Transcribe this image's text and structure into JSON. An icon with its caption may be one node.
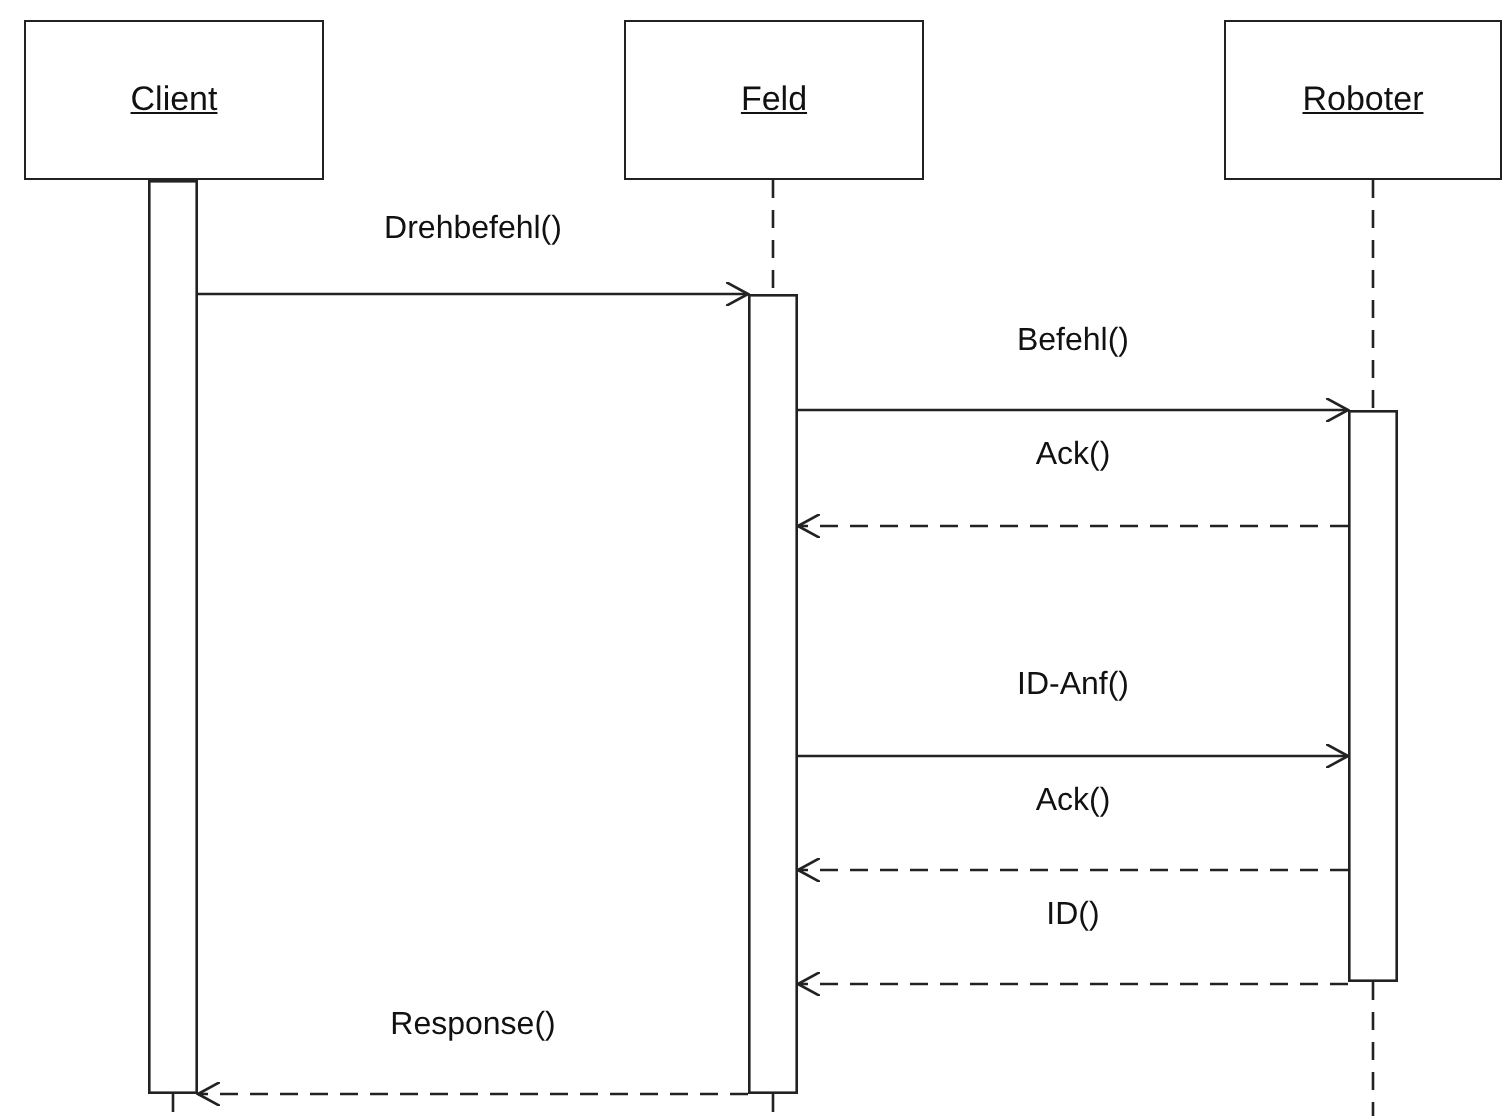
{
  "diagram": {
    "nodes": [
      {
        "text": [
          "Client"
        ]
      },
      {
        "text": [
          "Feld"
        ]
      },
      {
        "text": [
          "Roboter"
        ]
      },
      {
        "text": [],
        "shape": "bar"
      },
      {
        "text": [],
        "shape": "bar"
      },
      {
        "text": [],
        "shape": "bar"
      }
    ],
    "edges": [
      {
        "from": 3,
        "to": 4,
        "label": "Drehbefehl()",
        "arrow": "to"
      },
      {
        "from": 4,
        "to": 5,
        "label": "Befehl()",
        "arrow": "to"
      },
      {
        "from": 5,
        "to": 4,
        "label": "Ack()",
        "arrow": "to",
        "style": "dashed"
      },
      {
        "from": 4,
        "to": 5,
        "label": "ID-Anf()",
        "arrow": "to"
      },
      {
        "from": 5,
        "to": 4,
        "label": "Ack()",
        "arrow": "to",
        "style": "dashed"
      },
      {
        "from": 5,
        "to": 4,
        "label": "ID()",
        "arrow": "to",
        "style": "dashed"
      },
      {
        "from": 4,
        "to": 3,
        "label": "Response()",
        "arrow": "to",
        "style": "dashed"
      },
      {
        "from": 1,
        "to": 4,
        "arrow": "none",
        "style": "dashed"
      },
      {
        "from": 2,
        "to": 5,
        "arrow": "none",
        "style": "dashed"
      },
      {
        "from": 3,
        "to": null,
        "arrow": "none",
        "style": "dashed"
      },
      {
        "from": 4,
        "to": null,
        "arrow": "none",
        "style": "dashed"
      },
      {
        "from": 5,
        "to": null,
        "arrow": "none",
        "style": "dashed"
      }
    ]
  }
}
